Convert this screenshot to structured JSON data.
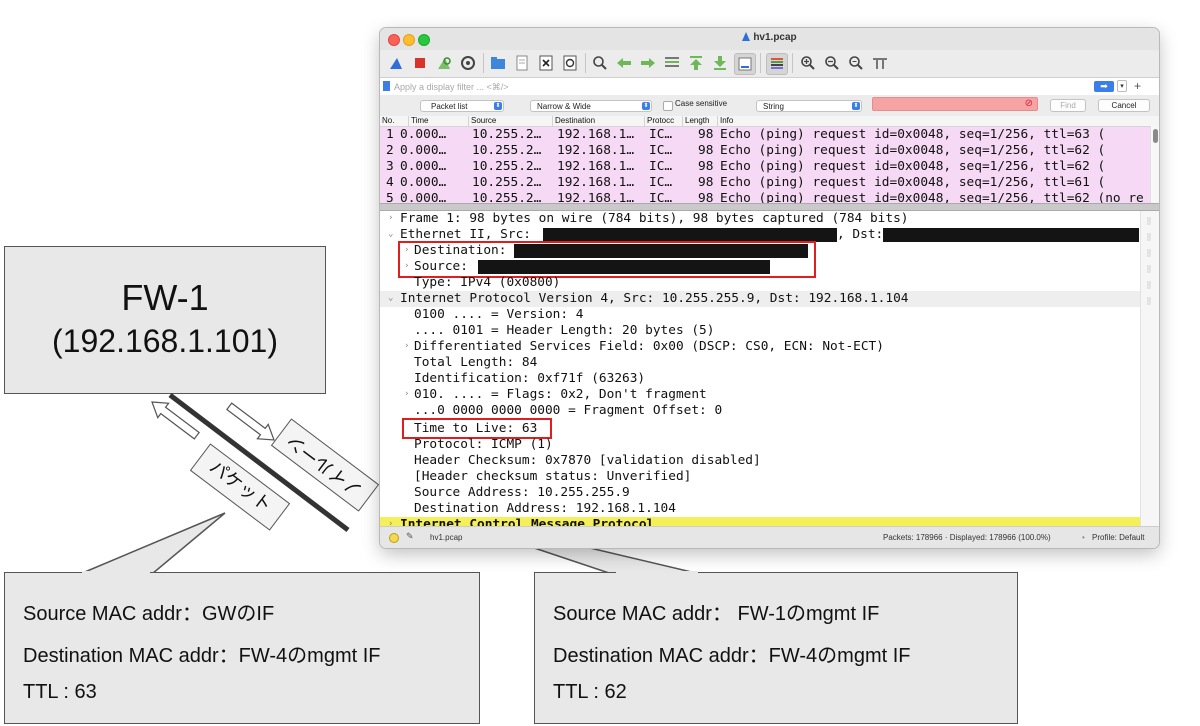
{
  "window": {
    "title": "hv1.pcap",
    "filter_placeholder": "Apply a display filter ... <⌘/>"
  },
  "findbar": {
    "search_in": "Packet list",
    "char_width": "Narrow & Wide",
    "case_sensitive_label": "Case sensitive",
    "search_type": "String",
    "find_label": "Find",
    "cancel_label": "Cancel"
  },
  "packet_list": {
    "columns": [
      "No.",
      "Time",
      "Source",
      "Destination",
      "Protocc",
      "Length",
      "Info"
    ],
    "rows": [
      {
        "no": "1",
        "time": "0.000…",
        "src": "10.255.2…",
        "dst": "192.168.1…",
        "proto": "IC…",
        "len": "98",
        "info": "Echo (ping) request  id=0x0048, seq=1/256, ttl=63 ("
      },
      {
        "no": "2",
        "time": "0.000…",
        "src": "10.255.2…",
        "dst": "192.168.1…",
        "proto": "IC…",
        "len": "98",
        "info": "Echo (ping) request  id=0x0048, seq=1/256, ttl=62 ("
      },
      {
        "no": "3",
        "time": "0.000…",
        "src": "10.255.2…",
        "dst": "192.168.1…",
        "proto": "IC…",
        "len": "98",
        "info": "Echo (ping) request  id=0x0048, seq=1/256, ttl=62 ("
      },
      {
        "no": "4",
        "time": "0.000…",
        "src": "10.255.2…",
        "dst": "192.168.1…",
        "proto": "IC…",
        "len": "98",
        "info": "Echo (ping) request  id=0x0048, seq=1/256, ttl=61 ("
      },
      {
        "no": "5",
        "time": "0.000…",
        "src": "10.255.2…",
        "dst": "192.168.1…",
        "proto": "IC…",
        "len": "98",
        "info": "Echo (ping) request  id=0x0048, seq=1/256, ttl=62 (no re"
      }
    ]
  },
  "details": {
    "frame": "Frame 1: 98 bytes on wire (784 bits), 98 bytes captured (784 bits)",
    "ethernet_src": "Ethernet II, Src:",
    "ethernet_dst": ", Dst:",
    "destination": "Destination:",
    "source": "Source:",
    "type": "Type: IPv4 (0x0800)",
    "ip_header": "Internet Protocol Version 4, Src: 10.255.255.9, Dst: 192.168.1.104",
    "version": "0100 .... = Version: 4",
    "header_length": ".... 0101 = Header Length: 20 bytes (5)",
    "dsf": "Differentiated Services Field: 0x00 (DSCP: CS0, ECN: Not-ECT)",
    "total_length": "Total Length: 84",
    "identification": "Identification: 0xf71f (63263)",
    "flags": "010. .... = Flags: 0x2, Don't fragment",
    "fragment_offset": "...0 0000 0000 0000 = Fragment Offset: 0",
    "ttl": "Time to Live: 63",
    "protocol": "Protocol: ICMP (1)",
    "checksum": "Header Checksum: 0x7870 [validation disabled]",
    "checksum_status": "[Header checksum status: Unverified]",
    "source_address": "Source Address: 10.255.255.9",
    "destination_address": "Destination Address: 192.168.1.104",
    "icmp": "Internet Control Message Protocol"
  },
  "statusbar": {
    "file": "hv1.pcap",
    "packets": "Packets: 178966 · Displayed: 178966 (100.0%)",
    "profile": "Profile: Default"
  },
  "diagram": {
    "fw_name": "FW-1",
    "fw_ip": "(192.168.1.101)",
    "packet_label": "パケット",
    "link_label": "ノイルーン",
    "left_callout": [
      "Source  MAC addr：GWのIF",
      "Destination MAC addr：FW-4のmgmt IF",
      "TTL : 63"
    ],
    "right_callout": [
      "Source  MAC addr： FW-1のmgmt IF",
      "Destination MAC addr：FW-4のmgmt IF",
      "TTL : 62"
    ]
  },
  "colors": {
    "packet_row_bg": "#f6d9f5",
    "highlight_red": "#e21d1d",
    "icmp_yellow": "#f5ef5a",
    "find_error_bg": "#f5a3a3"
  }
}
